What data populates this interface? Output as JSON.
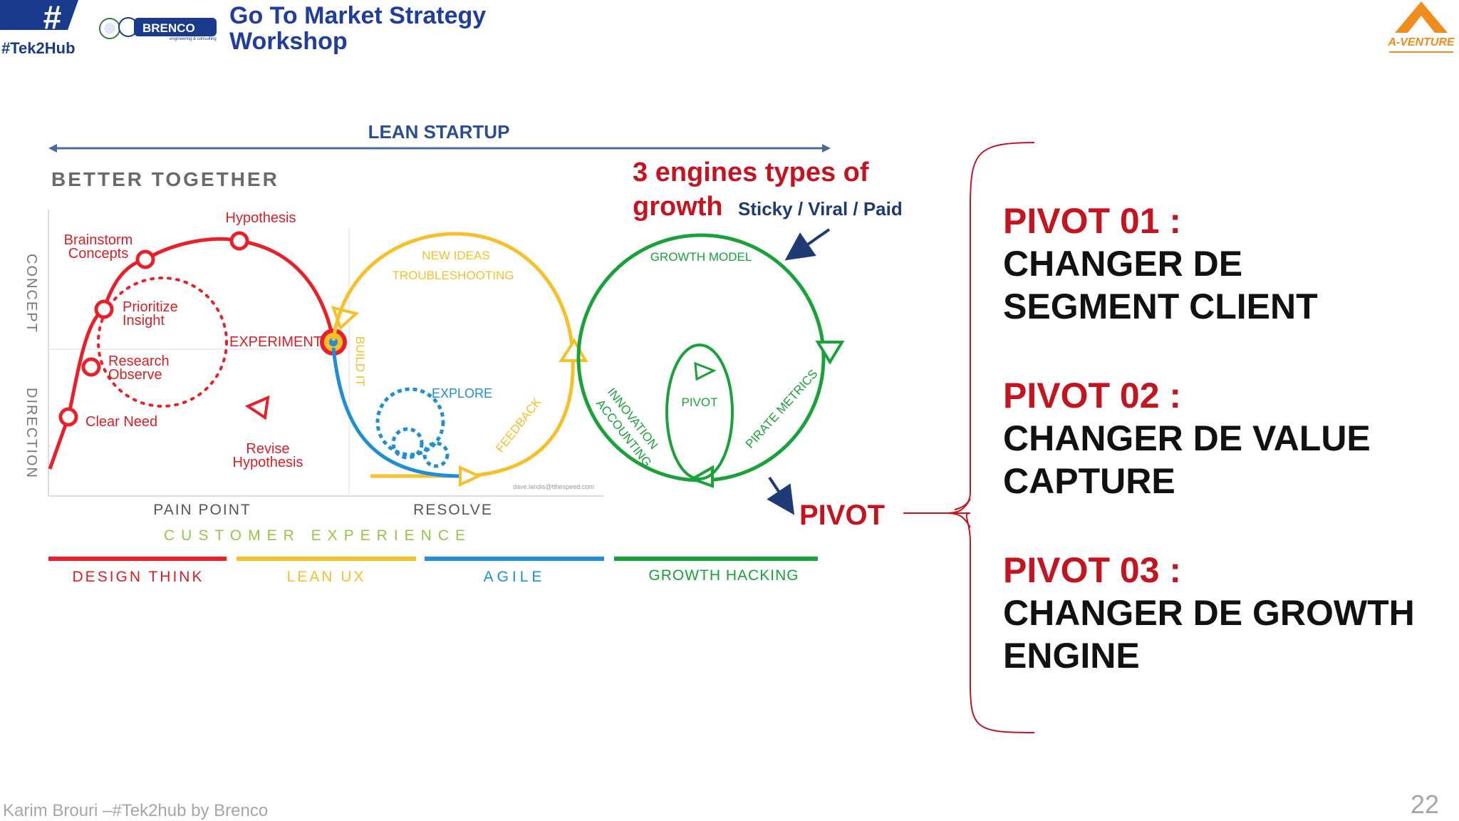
{
  "header": {
    "tek_label": "#Tek2Hub",
    "brenco_label": "BRENCO",
    "brenco_tagline": "engineering & consulting",
    "title_line1": "Go To Market Strategy",
    "title_line2": "Workshop",
    "aventure_label": "A-VENTURE"
  },
  "diagram": {
    "lean_startup": "LEAN STARTUP",
    "better_together": "BETTER TOGETHER",
    "engines_line1": "3 engines types of",
    "engines_line2": "growth",
    "engines_types": "Sticky / Viral / Paid",
    "axis_concept": "CONCEPT",
    "axis_direction": "DIRECTION",
    "hypothesis": "Hypothesis",
    "brainstorm_1": "Brainstorm",
    "brainstorm_2": "Concepts",
    "prioritize_1": "Prioritize",
    "prioritize_2": "Insight",
    "research_1": "Research",
    "research_2": "Observe",
    "clear_need": "Clear Need",
    "experiment": "EXPERIMENT",
    "revise_1": "Revise",
    "revise_2": "Hypothesis",
    "new_ideas": "NEW IDEAS",
    "troubleshooting": "TROUBLESHOOTING",
    "build_it": "BUILD IT",
    "explore": "EXPLORE",
    "feedback": "FEEDBACK",
    "growth_model": "GROWTH MODEL",
    "innovation_1": "INNOVATION",
    "innovation_2": "ACCOUNTING",
    "pivot_small": "PIVOT",
    "pirate_metrics": "PIRATE METRICS",
    "credit": "dave.landis@tthespeed.com",
    "pain_point": "PAIN POINT",
    "resolve": "RESOLVE",
    "customer_experience": "CUSTOMER EXPERIENCE",
    "pivot_big": "PIVOT",
    "design_think": "DESIGN THINK",
    "lean_ux": "LEAN UX",
    "agile": "AGILE",
    "growth_hacking": "GROWTH HACKING",
    "colors": {
      "red": "#e8202a",
      "yellow": "#f5c02a",
      "blue": "#1e8fd6",
      "green": "#1aa23a",
      "navy": "#1f3b74"
    }
  },
  "pivots": [
    {
      "title": "PIVOT 01 :",
      "line1": "CHANGER DE",
      "line2": "SEGMENT CLIENT"
    },
    {
      "title": "PIVOT 02 :",
      "line1": "CHANGER DE VALUE",
      "line2": "CAPTURE"
    },
    {
      "title": "PIVOT 03 :",
      "line1": "CHANGER DE GROWTH",
      "line2": "ENGINE"
    }
  ],
  "footer": {
    "credit": "Karim Brouri –#Tek2hub by Brenco",
    "page_number": "22"
  }
}
